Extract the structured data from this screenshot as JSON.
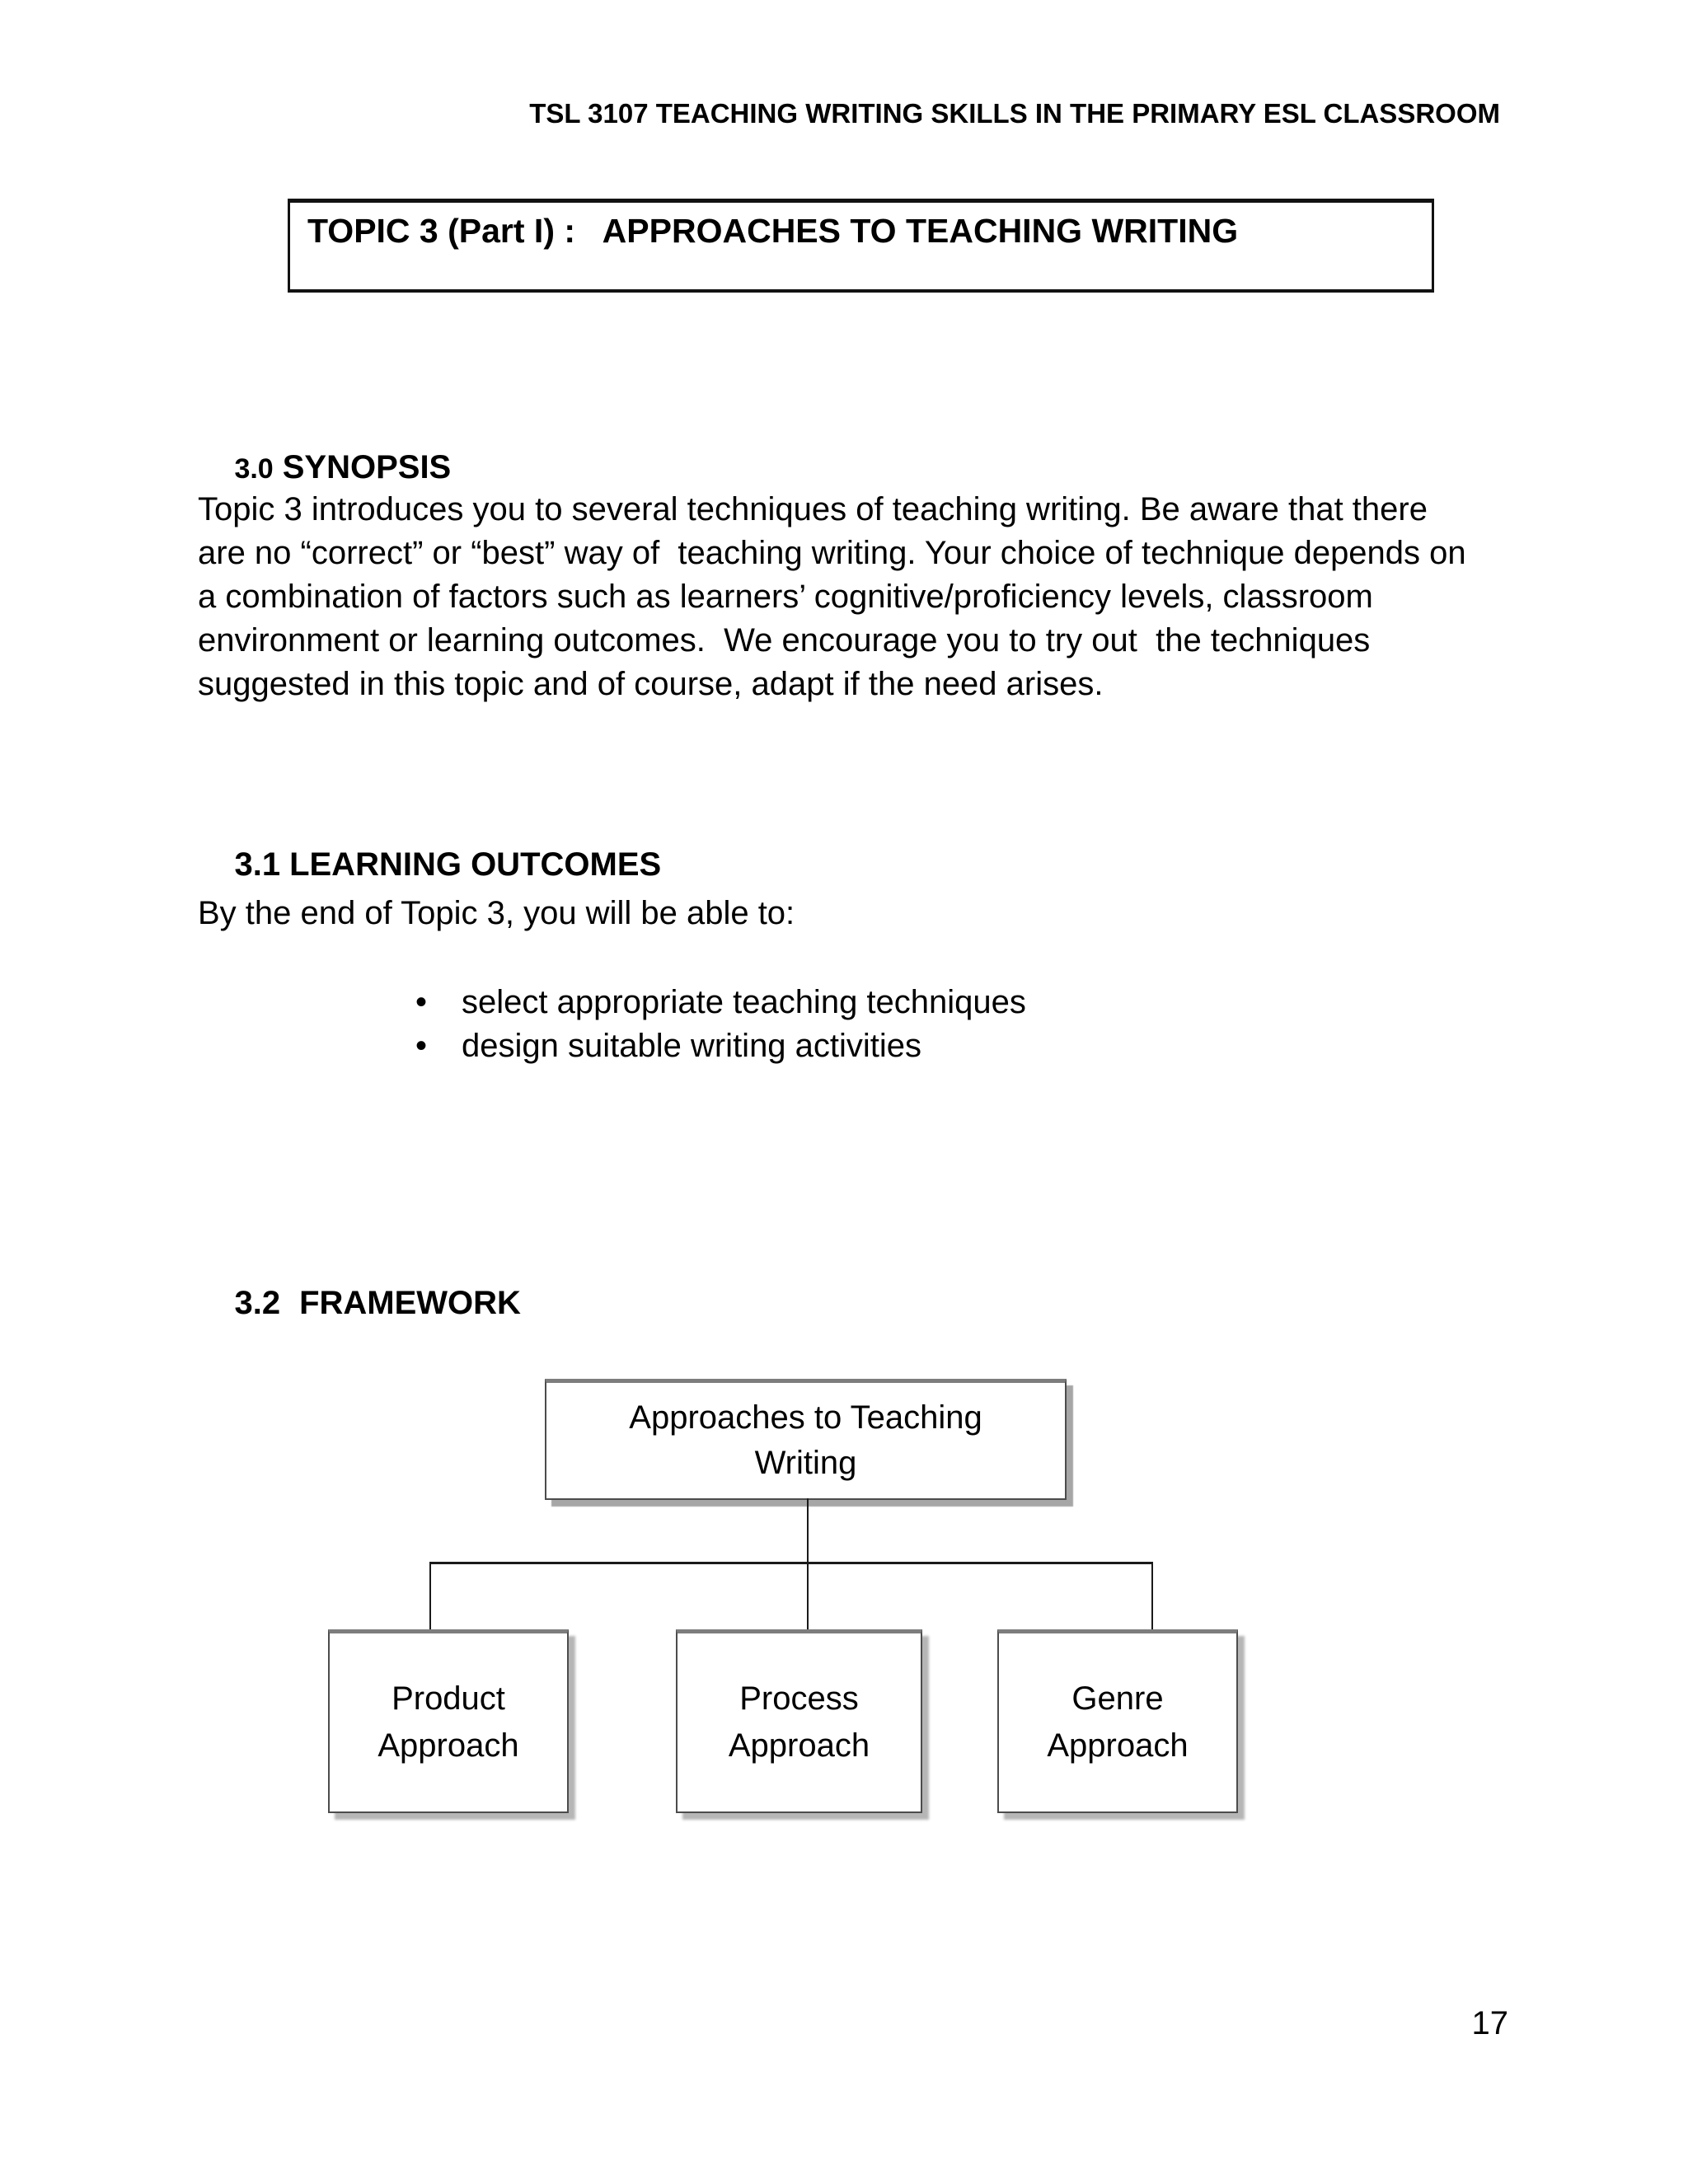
{
  "page": {
    "header": "TSL 3107 TEACHING WRITING SKILLS IN THE PRIMARY ESL CLASSROOM",
    "page_number": "17"
  },
  "topic_box": {
    "title": "TOPIC 3 (Part I) :   APPROACHES TO TEACHING WRITING"
  },
  "synopsis": {
    "number": "3.0",
    "heading": "SYNOPSIS",
    "body_lines": [
      "Topic 3 introduces you to several techniques of teaching writing. Be aware that there",
      "are no “correct” or “best” way of  teaching writing. Your choice of technique depends on",
      "a combination of factors such as learners’ cognitive/proficiency levels, classroom",
      "environment or learning outcomes.  We encourage you to try out  the techniques",
      "suggested in this topic and of course, adapt if the need arises."
    ]
  },
  "learning_outcomes": {
    "number": "3.1",
    "heading": "LEARNING OUTCOMES",
    "intro": "By the end of Topic 3, you will be able to:",
    "items": [
      "select appropriate teaching techniques",
      "design suitable writing activities"
    ]
  },
  "framework": {
    "number": "3.2",
    "heading": "FRAMEWORK",
    "diagram": {
      "root": {
        "line1": "Approaches to Teaching",
        "line2": "Writing"
      },
      "children": [
        {
          "line1": "Product",
          "line2": "Approach"
        },
        {
          "line1": "Process",
          "line2": "Approach"
        },
        {
          "line1": "Genre",
          "line2": "Approach"
        }
      ]
    }
  }
}
